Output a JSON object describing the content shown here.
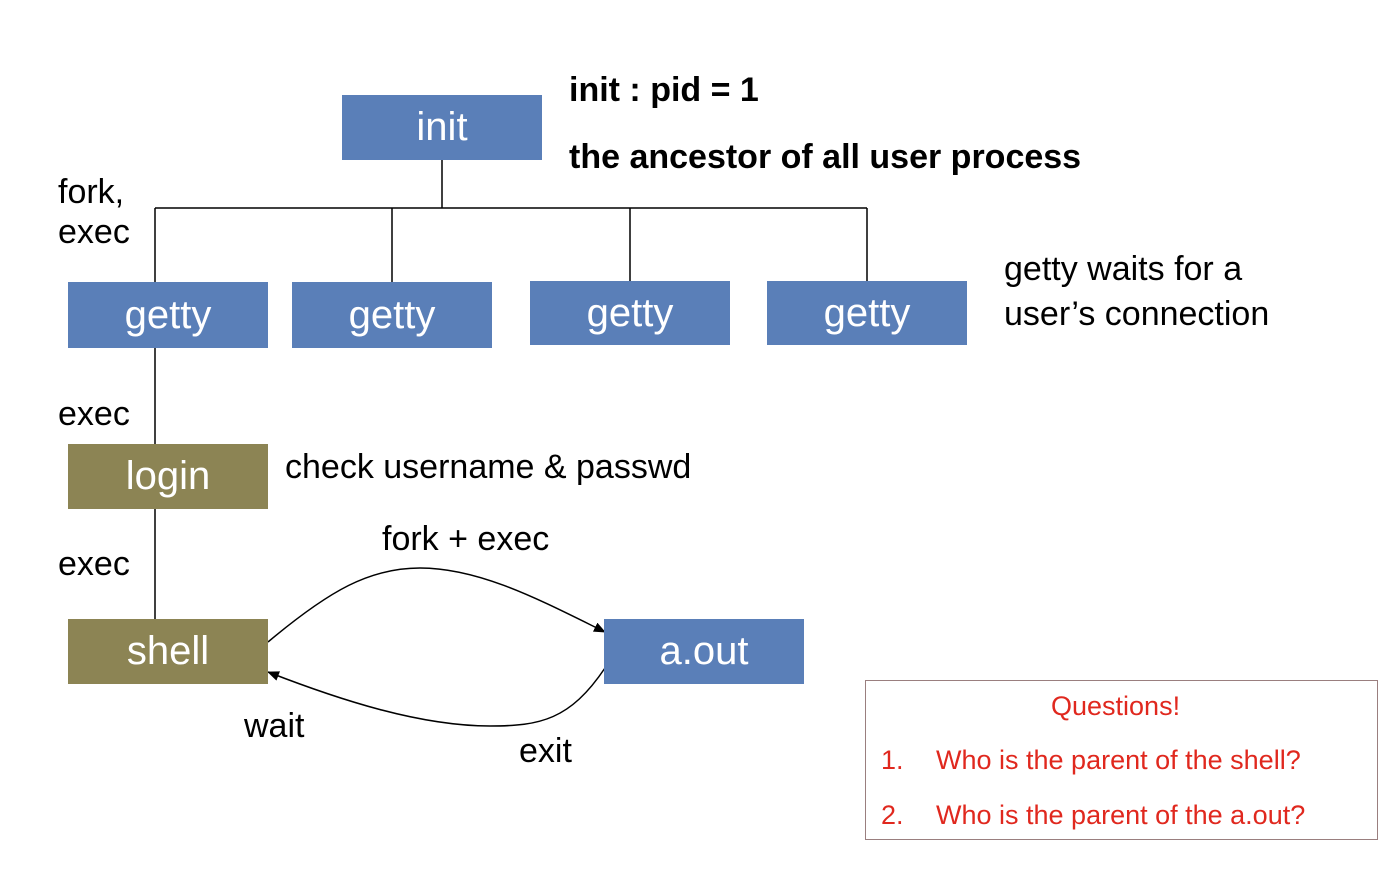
{
  "nodes": {
    "init": "init",
    "getty_1": "getty",
    "getty_2": "getty",
    "getty_3": "getty",
    "getty_4": "getty",
    "login": "login",
    "shell": "shell",
    "aout": "a.out"
  },
  "labels": {
    "init_pid": "init : pid = 1",
    "init_desc": "the ancestor of all user process",
    "fork_exec_line1": "fork,",
    "fork_exec_line2": "exec",
    "getty_desc_line1": "getty waits for a",
    "getty_desc_line2": "user’s connection",
    "exec_to_login": "exec",
    "login_desc": "check username & passwd",
    "exec_to_shell": "exec",
    "fork_plus_exec": "fork + exec",
    "wait": "wait",
    "exit": "exit"
  },
  "questions": {
    "title": "Questions!",
    "items": [
      {
        "num": "1.",
        "text": "Who is the parent of the shell?"
      },
      {
        "num": "2.",
        "text": "Who is the parent of the a.out?"
      }
    ]
  },
  "colors": {
    "process_blue": "#5a7fb8",
    "process_olive": "#8c8454",
    "question_red": "#e0281e"
  }
}
